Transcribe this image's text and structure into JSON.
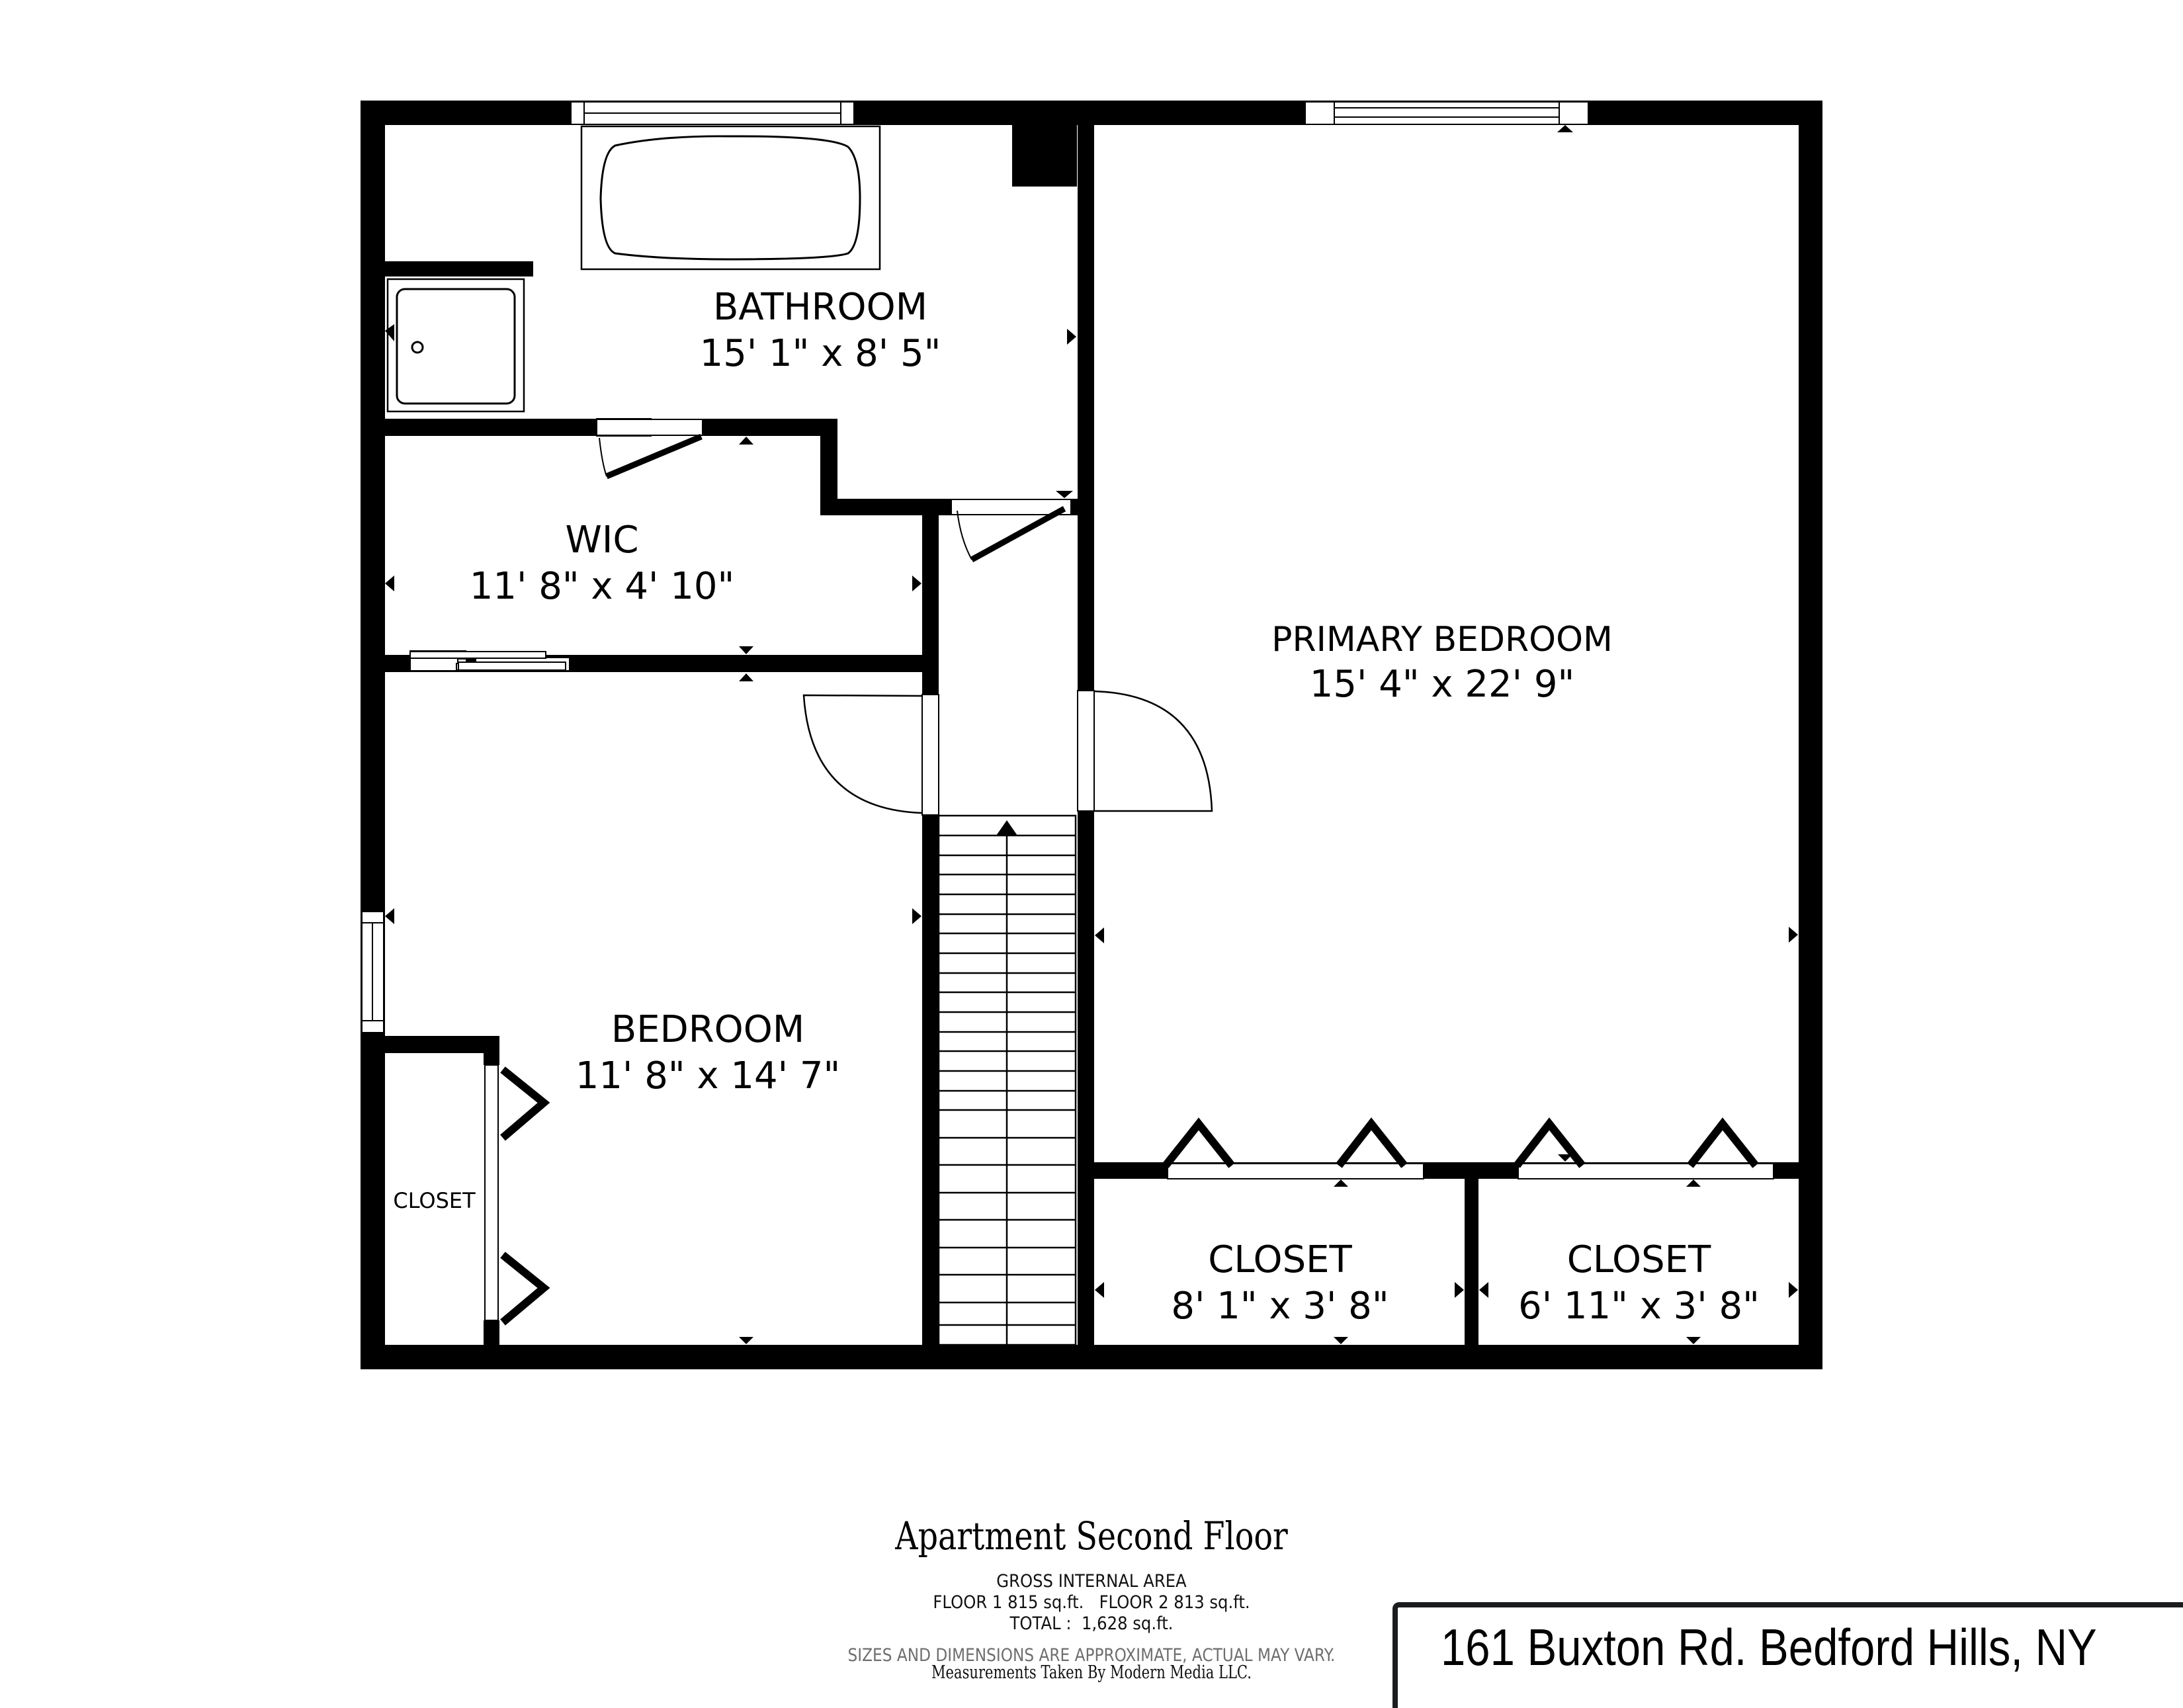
{
  "plan": {
    "title": "Apartment Second Floor",
    "address": "161 Buxton Rd. Bedford Hills, NY",
    "rooms": [
      {
        "id": "bathroom",
        "name": "BATHROOM",
        "dims": "15' 1\" x 8' 5\""
      },
      {
        "id": "wic",
        "name": "WIC",
        "dims": "11' 8\" x 4' 10\""
      },
      {
        "id": "bedroom",
        "name": "BEDROOM",
        "dims": "11' 8\" x 14' 7\""
      },
      {
        "id": "bedroom-closet",
        "name": "CLOSET",
        "dims": ""
      },
      {
        "id": "primary-bedroom",
        "name": "PRIMARY BEDROOM",
        "dims": "15' 4\" x 22' 9\""
      },
      {
        "id": "closet-left",
        "name": "CLOSET",
        "dims": "8' 1\" x 3' 8\""
      },
      {
        "id": "closet-right",
        "name": "CLOSET",
        "dims": "6' 11\" x 3' 8\""
      }
    ],
    "fixtures": [
      "bathtub-icon",
      "shower-icon",
      "stairs-icon",
      "stairs-up-arrow-icon"
    ]
  },
  "area": {
    "heading": "GROSS INTERNAL AREA",
    "floors_line": "FLOOR 1 815 sq.ft.   FLOOR 2 813 sq.ft.",
    "total_line": "TOTAL :  1,628 sq.ft.",
    "floor1_sqft": 815,
    "floor2_sqft": 813,
    "total_sqft": 1628
  },
  "disclaimer": "SIZES AND DIMENSIONS ARE APPROXIMATE, ACTUAL MAY VARY.",
  "credit": "Measurements Taken By Modern Media LLC.",
  "colors": {
    "wall": "#000000",
    "background": "#ffffff",
    "disclaimer": "#6e6e6e",
    "address_border": "#1b1c1e"
  }
}
